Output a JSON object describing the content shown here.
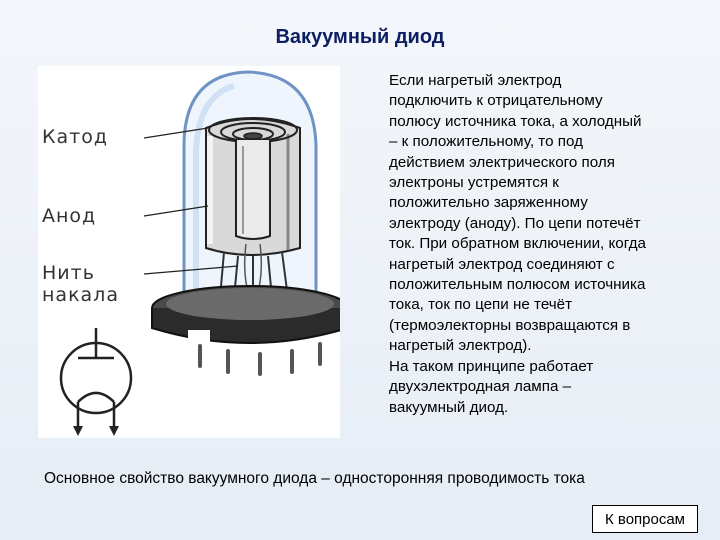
{
  "slide": {
    "title": "Вакуумный диод",
    "figure_labels": {
      "cathode": "Катод",
      "anode": "Анод",
      "filament_line1": "Нить",
      "filament_line2": "накала"
    },
    "description": "Если нагретый электрод\nподключить к отрицательному\nполюсу источника тока, а холодный\n– к положительному, то под\nдействием электрического поля\nэлектроны устремятся к\nположительно заряженному\nэлектроду (аноду). По цепи потечёт\nток. При обратном включении, когда\nнагретый электрод соединяют с\nположительным полюсом источника\nтока, ток по цепи не течёт\n(термоэлекторны возвращаются в\nнагретый электрод).\nНа таком принципе работает\nдвухэлектродная лампа –\nвакуумный диод.",
    "conclusion": "Основное свойство вакуумного диода – односторонняя проводимость тока",
    "back_button": "К вопросам"
  },
  "colors": {
    "title": "#0d1f63",
    "glass": "#6f93c4",
    "electrode": "#bfbfbf"
  }
}
